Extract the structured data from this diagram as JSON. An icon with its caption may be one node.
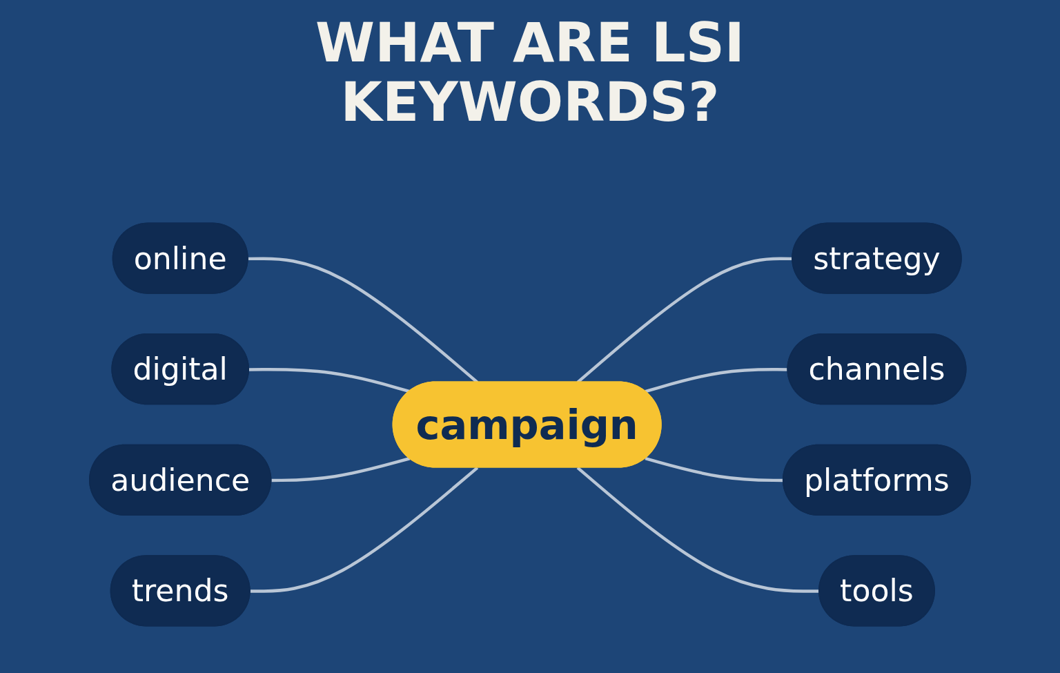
{
  "diagram": {
    "title": "WHAT ARE LSI KEYWORDS?",
    "nodes": [
      {
        "text": [
          "online"
        ]
      },
      {
        "text": [
          "strategy"
        ]
      },
      {
        "text": [
          "digital"
        ]
      },
      {
        "text": [
          "campaign"
        ]
      },
      {
        "text": [
          "channels"
        ]
      },
      {
        "text": [
          "audience"
        ]
      },
      {
        "text": [
          "platforms"
        ]
      },
      {
        "text": [
          "trends"
        ]
      },
      {
        "text": [
          "tools"
        ]
      }
    ],
    "edges": [
      {
        "from": 0,
        "to": 3,
        "arrow": "none"
      },
      {
        "from": 2,
        "to": 3,
        "arrow": "none"
      },
      {
        "from": 5,
        "to": 3,
        "arrow": "none"
      },
      {
        "from": 7,
        "to": 3,
        "arrow": "none"
      },
      {
        "from": 3,
        "to": 1,
        "arrow": "none"
      },
      {
        "from": 3,
        "to": 4,
        "arrow": "none"
      },
      {
        "from": 3,
        "to": 6,
        "arrow": "none"
      },
      {
        "from": 3,
        "to": 8,
        "arrow": "none"
      }
    ]
  }
}
